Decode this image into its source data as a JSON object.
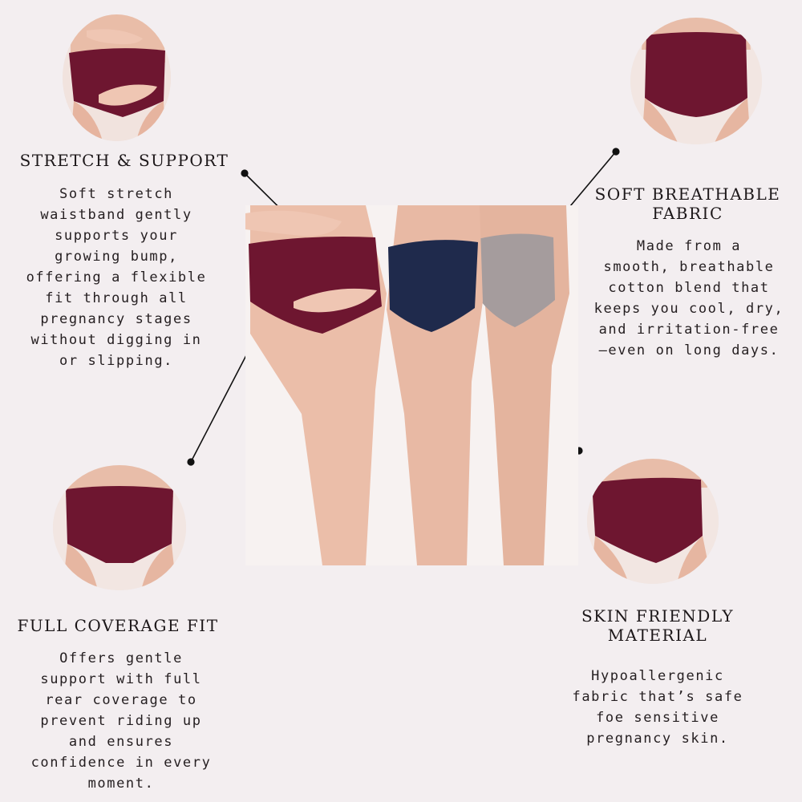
{
  "colors": {
    "background": "#f3eef0",
    "wine": "#6e1630",
    "navy": "#1f2a4c",
    "grey": "#a59c9d",
    "skin": "#e8b9a4",
    "ink": "#1c1719"
  },
  "features": {
    "stretch_support": {
      "heading": "STRETCH & SUPPORT",
      "lines": [
        "Soft stretch",
        "waistband gently",
        "supports your",
        "growing bump,",
        "offering a flexible",
        "fit through all",
        "pregnancy stages",
        "without digging in",
        "or slipping."
      ]
    },
    "soft_breathable": {
      "heading_lines": [
        "SOFT BREATHABLE",
        "FABRIC"
      ],
      "lines": [
        "Made from a",
        "smooth, breathable",
        "cotton blend that",
        "keeps you cool, dry,",
        "and irritation-free",
        "—even on long days."
      ]
    },
    "full_coverage": {
      "heading": "FULL COVERAGE FIT",
      "lines": [
        "Offers gentle",
        "support with full",
        "rear coverage to",
        "prevent riding up",
        "and ensures",
        "confidence in every",
        "moment."
      ]
    },
    "skin_friendly": {
      "heading_lines": [
        "SKIN FRIENDLY",
        "MATERIAL"
      ],
      "lines": [
        "Hypoallergenic",
        "fabric that’s safe",
        "foe sensitive",
        "pregnancy skin."
      ]
    }
  }
}
